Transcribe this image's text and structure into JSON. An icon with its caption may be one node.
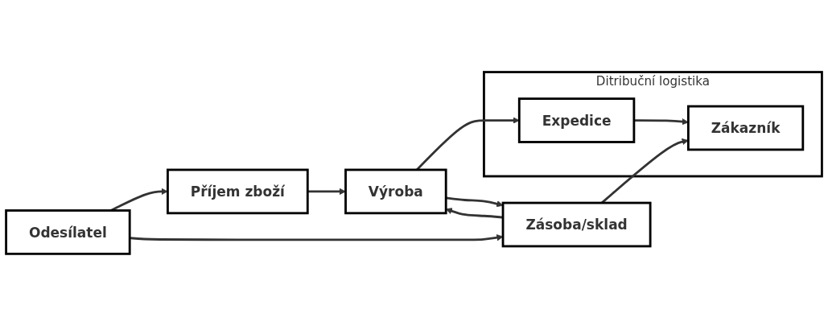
{
  "diagram": {
    "nodes": [
      {
        "text": [
          "Ditribuční logistika"
        ]
      },
      {
        "text": [
          "Odesílatel"
        ]
      },
      {
        "text": [
          "Výroba"
        ]
      },
      {
        "text": [
          "Zákazník"
        ],
        "in": 0
      },
      {
        "text": [
          "Expedice"
        ],
        "in": 0
      },
      {
        "text": [
          "Příjem zboží"
        ]
      },
      {
        "text": [
          "Zásoba/sklad"
        ]
      }
    ],
    "edges": [
      {
        "from": 1,
        "to": 5,
        "arrow": "to"
      },
      {
        "from": 1,
        "to": 6,
        "arrow": "to"
      },
      {
        "from": 5,
        "to": 2,
        "arrow": "to"
      },
      {
        "from": 2,
        "to": 4,
        "arrow": "to"
      },
      {
        "from": 4,
        "to": 3,
        "arrow": "to"
      },
      {
        "from": 2,
        "to": 6,
        "arrow": "to"
      },
      {
        "from": 6,
        "to": 2,
        "arrow": "to"
      },
      {
        "from": 6,
        "to": 3,
        "arrow": "to"
      }
    ]
  }
}
